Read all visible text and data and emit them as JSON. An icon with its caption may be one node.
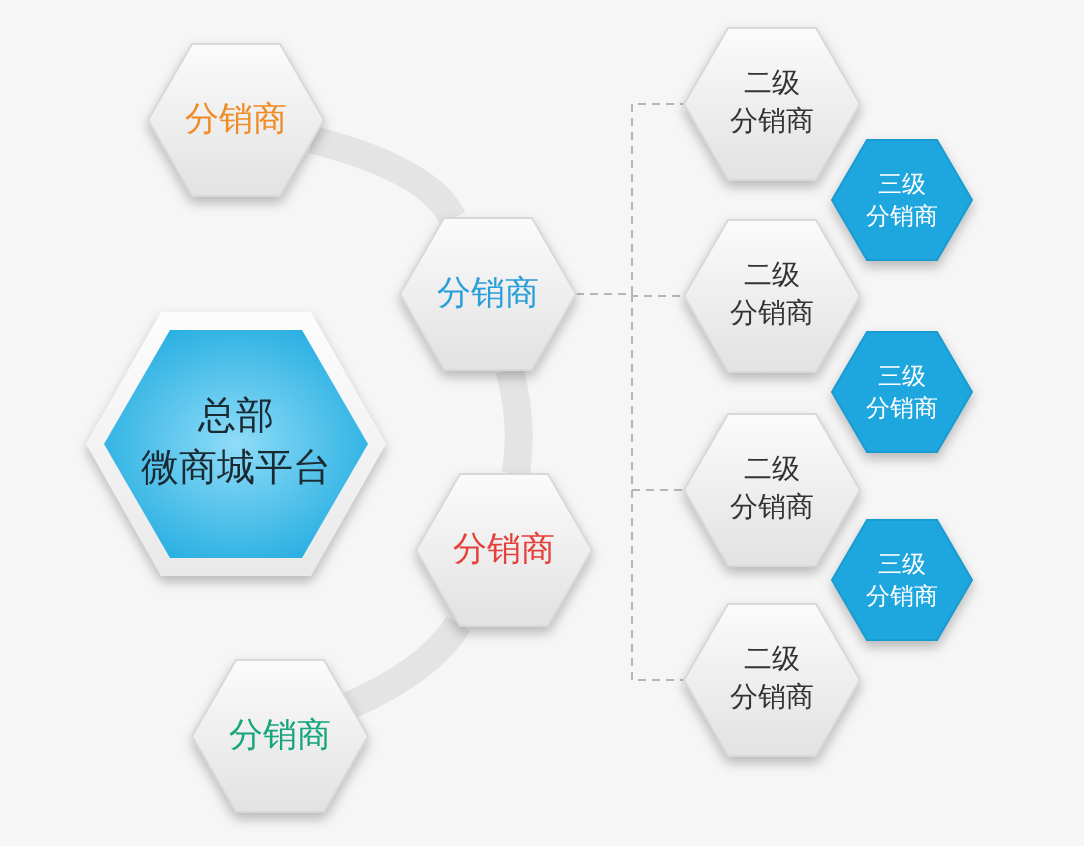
{
  "diagram": {
    "nodes": [
      {
        "text": [
          "总部",
          "微商城平台"
        ]
      },
      {
        "text": [
          "分销商"
        ]
      },
      {
        "text": [
          "分销商"
        ]
      },
      {
        "text": [
          "分销商"
        ]
      },
      {
        "text": [
          "分销商"
        ]
      },
      {
        "text": [
          "二级",
          "分销商"
        ]
      },
      {
        "text": [
          "三级",
          "分销商"
        ]
      },
      {
        "text": [
          "二级",
          "分销商"
        ]
      },
      {
        "text": [
          "三级",
          "分销商"
        ]
      },
      {
        "text": [
          "二级",
          "分销商"
        ]
      },
      {
        "text": [
          "三级",
          "分销商"
        ]
      },
      {
        "text": [
          "二级",
          "分销商"
        ]
      }
    ],
    "edges": [
      {
        "from": 1,
        "to": 2,
        "arrow": "none",
        "style": "thick"
      },
      {
        "from": 2,
        "to": 3,
        "arrow": "none",
        "style": "thick"
      },
      {
        "from": 3,
        "to": 4,
        "arrow": "none",
        "style": "thick"
      },
      {
        "from": 2,
        "to": 5,
        "arrow": "none",
        "style": "dashed"
      },
      {
        "from": 2,
        "to": 7,
        "arrow": "none",
        "style": "dashed"
      },
      {
        "from": 2,
        "to": 9,
        "arrow": "none",
        "style": "dashed"
      },
      {
        "from": 2,
        "to": 11,
        "arrow": "none",
        "style": "dashed"
      }
    ]
  }
}
